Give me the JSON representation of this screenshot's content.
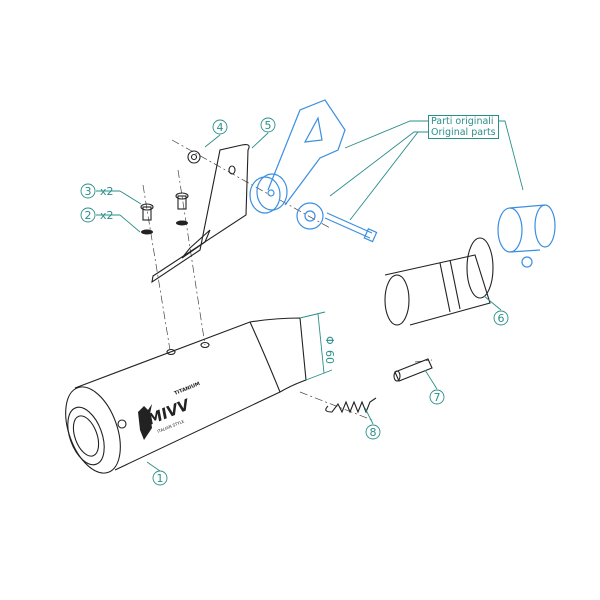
{
  "callouts": [
    {
      "number": "1"
    },
    {
      "number": "2",
      "qty": "x2"
    },
    {
      "number": "3",
      "qty": "x2"
    },
    {
      "number": "4"
    },
    {
      "number": "5"
    },
    {
      "number": "6"
    },
    {
      "number": "7"
    },
    {
      "number": "8"
    }
  ],
  "note": {
    "line1": "Parti originali",
    "line2": "Original parts"
  },
  "dimension": {
    "symbol": "Φ",
    "value": "60"
  },
  "logo": {
    "brand": "MIVV",
    "sub": "TITANIUM",
    "tagline": "ITALIAN STYLE"
  },
  "colors": {
    "callout": "#2a8f8a",
    "original_parts": "#3b8fe0",
    "parts": "#222222"
  }
}
